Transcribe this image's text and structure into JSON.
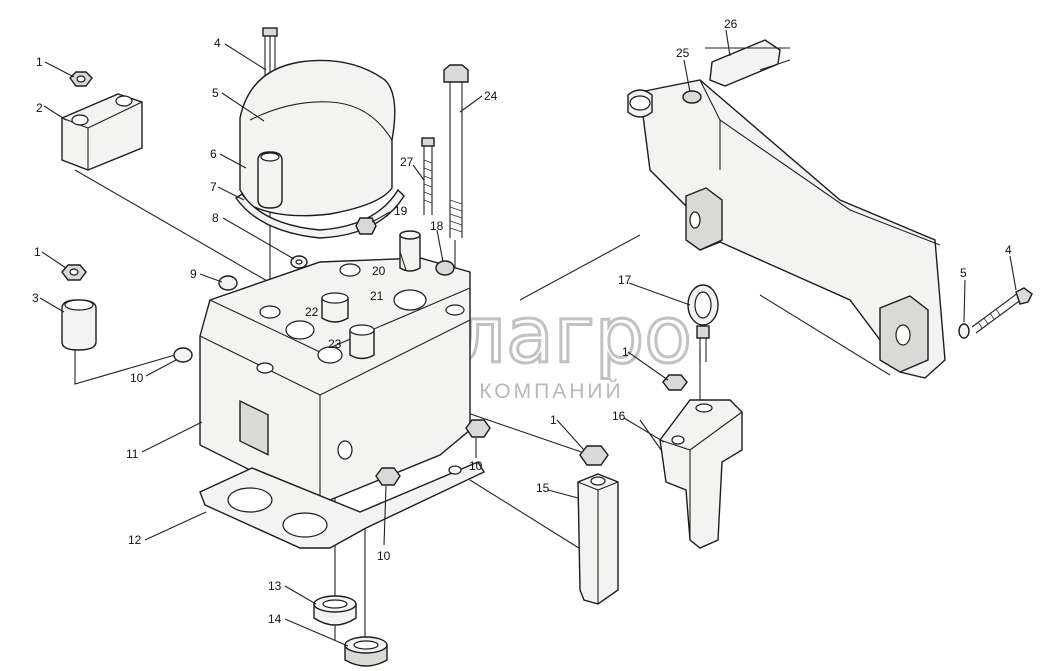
{
  "watermark": {
    "brand": "белагро",
    "subtitle": "ГРУППА КОМПАНИЙ"
  },
  "callouts": [
    {
      "id": "c1a",
      "label": "1"
    },
    {
      "id": "c2",
      "label": "2"
    },
    {
      "id": "c1b",
      "label": "1"
    },
    {
      "id": "c3",
      "label": "3"
    },
    {
      "id": "c4a",
      "label": "4"
    },
    {
      "id": "c5a",
      "label": "5"
    },
    {
      "id": "c6",
      "label": "6"
    },
    {
      "id": "c7",
      "label": "7"
    },
    {
      "id": "c8",
      "label": "8"
    },
    {
      "id": "c9",
      "label": "9"
    },
    {
      "id": "c10a",
      "label": "10"
    },
    {
      "id": "c11",
      "label": "11"
    },
    {
      "id": "c12",
      "label": "12"
    },
    {
      "id": "c13",
      "label": "13"
    },
    {
      "id": "c14",
      "label": "14"
    },
    {
      "id": "c10b",
      "label": "10"
    },
    {
      "id": "c10c",
      "label": "10"
    },
    {
      "id": "c19",
      "label": "19"
    },
    {
      "id": "c18",
      "label": "18"
    },
    {
      "id": "c20",
      "label": "20"
    },
    {
      "id": "c21",
      "label": "21"
    },
    {
      "id": "c22",
      "label": "22"
    },
    {
      "id": "c23",
      "label": "23"
    },
    {
      "id": "c27",
      "label": "27"
    },
    {
      "id": "c24",
      "label": "24"
    },
    {
      "id": "c25",
      "label": "25"
    },
    {
      "id": "c26",
      "label": "26"
    },
    {
      "id": "c17",
      "label": "17"
    },
    {
      "id": "c1c",
      "label": "1"
    },
    {
      "id": "c16",
      "label": "16"
    },
    {
      "id": "c1d",
      "label": "1"
    },
    {
      "id": "c15",
      "label": "15"
    },
    {
      "id": "c5b",
      "label": "5"
    },
    {
      "id": "c4b",
      "label": "4"
    }
  ]
}
